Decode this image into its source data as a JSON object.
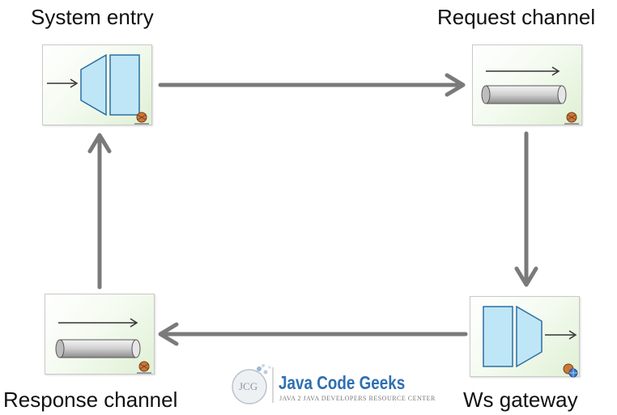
{
  "nodes": {
    "system_entry": {
      "label": "System entry"
    },
    "request_channel": {
      "label": "Request channel"
    },
    "ws_gateway": {
      "label": "Ws gateway"
    },
    "response_channel": {
      "label": "Response channel"
    }
  },
  "watermark": {
    "initials": "JCG",
    "title": "Java Code Geeks",
    "subtitle": "JAVA 2 JAVA DEVELOPERS RESOURCE CENTER"
  },
  "colors": {
    "arrow": "#7a7a7a",
    "gateway_fill": "#bfe6f7",
    "gateway_stroke": "#2b6ea0",
    "brand_blue": "#2f6fb2"
  }
}
